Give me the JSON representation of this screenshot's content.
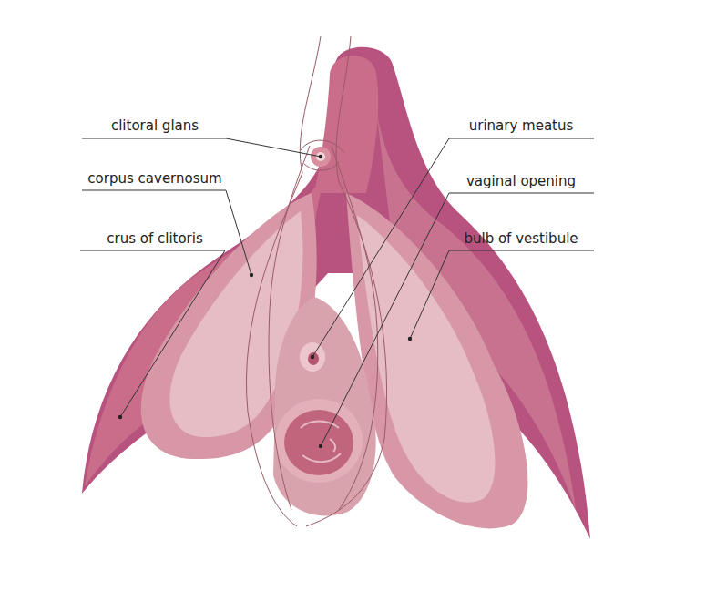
{
  "diagram": {
    "labels": [
      "clitoral glans",
      "urinary meatus",
      "corpus cavernosum",
      "vaginal opening",
      "crus of clitoris",
      "bulb of vestibule"
    ]
  }
}
